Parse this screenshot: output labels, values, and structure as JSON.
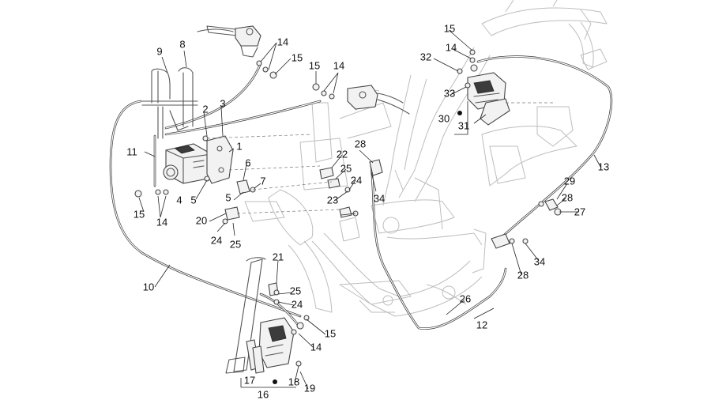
{
  "callouts": [
    {
      "id": "c1",
      "label": "1"
    },
    {
      "id": "c2",
      "label": "2"
    },
    {
      "id": "c3",
      "label": "3"
    },
    {
      "id": "c4",
      "label": "4"
    },
    {
      "id": "c5a",
      "label": "5"
    },
    {
      "id": "c5b",
      "label": "5"
    },
    {
      "id": "c6",
      "label": "6"
    },
    {
      "id": "c7",
      "label": "7"
    },
    {
      "id": "c8",
      "label": "8"
    },
    {
      "id": "c9",
      "label": "9"
    },
    {
      "id": "c10",
      "label": "10"
    },
    {
      "id": "c11",
      "label": "11"
    },
    {
      "id": "c12",
      "label": "12"
    },
    {
      "id": "c13",
      "label": "13"
    },
    {
      "id": "c14a",
      "label": "14"
    },
    {
      "id": "c14b",
      "label": "14"
    },
    {
      "id": "c14c",
      "label": "14"
    },
    {
      "id": "c14d",
      "label": "14"
    },
    {
      "id": "c14e",
      "label": "14"
    },
    {
      "id": "c15a",
      "label": "15"
    },
    {
      "id": "c15b",
      "label": "15"
    },
    {
      "id": "c15c",
      "label": "15"
    },
    {
      "id": "c15d",
      "label": "15"
    },
    {
      "id": "c15e",
      "label": "15"
    },
    {
      "id": "c16",
      "label": "16"
    },
    {
      "id": "c17",
      "label": "17"
    },
    {
      "id": "c18",
      "label": "18"
    },
    {
      "id": "c19",
      "label": "19"
    },
    {
      "id": "c20",
      "label": "20"
    },
    {
      "id": "c21",
      "label": "21"
    },
    {
      "id": "c22",
      "label": "22"
    },
    {
      "id": "c23",
      "label": "23"
    },
    {
      "id": "c24a",
      "label": "24"
    },
    {
      "id": "c24b",
      "label": "24"
    },
    {
      "id": "c24c",
      "label": "24"
    },
    {
      "id": "c25a",
      "label": "25"
    },
    {
      "id": "c25b",
      "label": "25"
    },
    {
      "id": "c25c",
      "label": "25"
    },
    {
      "id": "c26",
      "label": "26"
    },
    {
      "id": "c27",
      "label": "27"
    },
    {
      "id": "c28a",
      "label": "28"
    },
    {
      "id": "c28b",
      "label": "28"
    },
    {
      "id": "c28c",
      "label": "28"
    },
    {
      "id": "c29",
      "label": "29"
    },
    {
      "id": "c30",
      "label": "30"
    },
    {
      "id": "c31",
      "label": "31"
    },
    {
      "id": "c32",
      "label": "32"
    },
    {
      "id": "c33",
      "label": "33"
    },
    {
      "id": "c34a",
      "label": "34"
    },
    {
      "id": "c34b",
      "label": "34"
    }
  ]
}
